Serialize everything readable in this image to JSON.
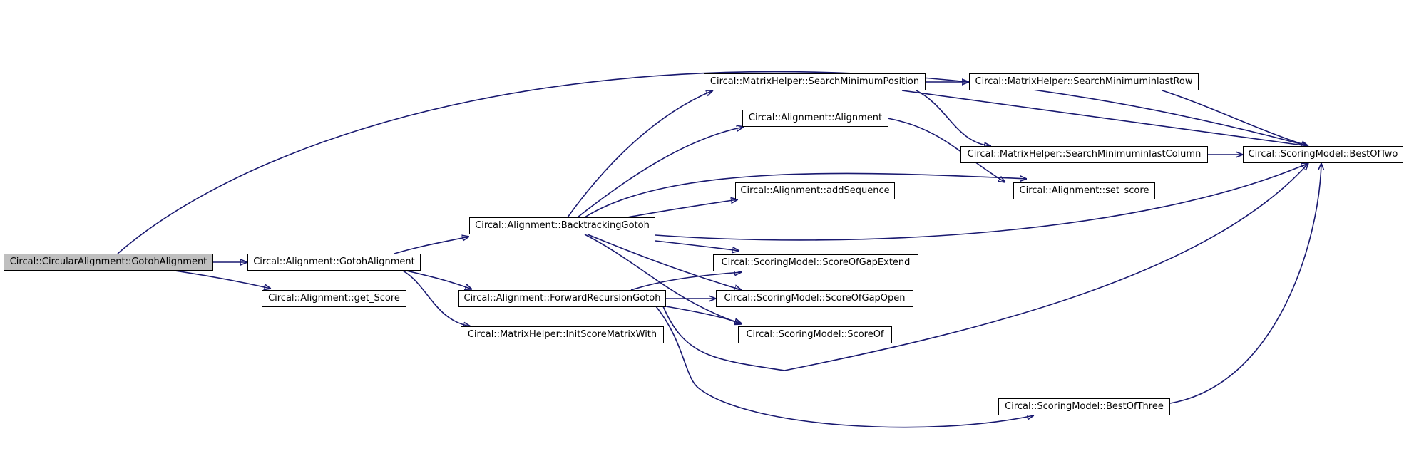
{
  "graph": {
    "type": "call-graph",
    "edge_color": "#191970",
    "root_fill": "#bfbfbf",
    "nodes": [
      {
        "id": "n0",
        "label": "Circal::CircularAlignment::GotohAlignment",
        "root": true
      },
      {
        "id": "n1",
        "label": "Circal::Alignment::GotohAlignment"
      },
      {
        "id": "n2",
        "label": "Circal::Alignment::get_Score"
      },
      {
        "id": "n3",
        "label": "Circal::Alignment::BacktrackingGotoh"
      },
      {
        "id": "n4",
        "label": "Circal::Alignment::ForwardRecursionGotoh"
      },
      {
        "id": "n5",
        "label": "Circal::MatrixHelper::InitScoreMatrixWith"
      },
      {
        "id": "n6",
        "label": "Circal::MatrixHelper::SearchMinimumPosition"
      },
      {
        "id": "n7",
        "label": "Circal::Alignment::Alignment"
      },
      {
        "id": "n8",
        "label": "Circal::Alignment::addSequence"
      },
      {
        "id": "n9",
        "label": "Circal::ScoringModel::ScoreOfGapExtend"
      },
      {
        "id": "n10",
        "label": "Circal::ScoringModel::ScoreOfGapOpen"
      },
      {
        "id": "n11",
        "label": "Circal::ScoringModel::ScoreOf"
      },
      {
        "id": "n12",
        "label": "Circal::MatrixHelper::SearchMinimuminlastRow"
      },
      {
        "id": "n13",
        "label": "Circal::MatrixHelper::SearchMinimuminlastColumn"
      },
      {
        "id": "n14",
        "label": "Circal::Alignment::set_score"
      },
      {
        "id": "n15",
        "label": "Circal::ScoringModel::BestOfTwo"
      },
      {
        "id": "n16",
        "label": "Circal::ScoringModel::BestOfThree"
      }
    ],
    "edges": [
      {
        "from": "n0",
        "to": "n15"
      },
      {
        "from": "n0",
        "to": "n1"
      },
      {
        "from": "n0",
        "to": "n2"
      },
      {
        "from": "n1",
        "to": "n3"
      },
      {
        "from": "n1",
        "to": "n4"
      },
      {
        "from": "n1",
        "to": "n5"
      },
      {
        "from": "n3",
        "to": "n6"
      },
      {
        "from": "n3",
        "to": "n7"
      },
      {
        "from": "n3",
        "to": "n14"
      },
      {
        "from": "n3",
        "to": "n8"
      },
      {
        "from": "n3",
        "to": "n15"
      },
      {
        "from": "n3",
        "to": "n9"
      },
      {
        "from": "n3",
        "to": "n10"
      },
      {
        "from": "n3",
        "to": "n11"
      },
      {
        "from": "n4",
        "to": "n9"
      },
      {
        "from": "n4",
        "to": "n10"
      },
      {
        "from": "n4",
        "to": "n11"
      },
      {
        "from": "n4",
        "to": "n15"
      },
      {
        "from": "n4",
        "to": "n16"
      },
      {
        "from": "n6",
        "to": "n12"
      },
      {
        "from": "n6",
        "to": "n13"
      },
      {
        "from": "n6",
        "to": "n15"
      },
      {
        "from": "n7",
        "to": "n14"
      },
      {
        "from": "n12",
        "to": "n15"
      },
      {
        "from": "n13",
        "to": "n15"
      },
      {
        "from": "n16",
        "to": "n15"
      }
    ]
  }
}
